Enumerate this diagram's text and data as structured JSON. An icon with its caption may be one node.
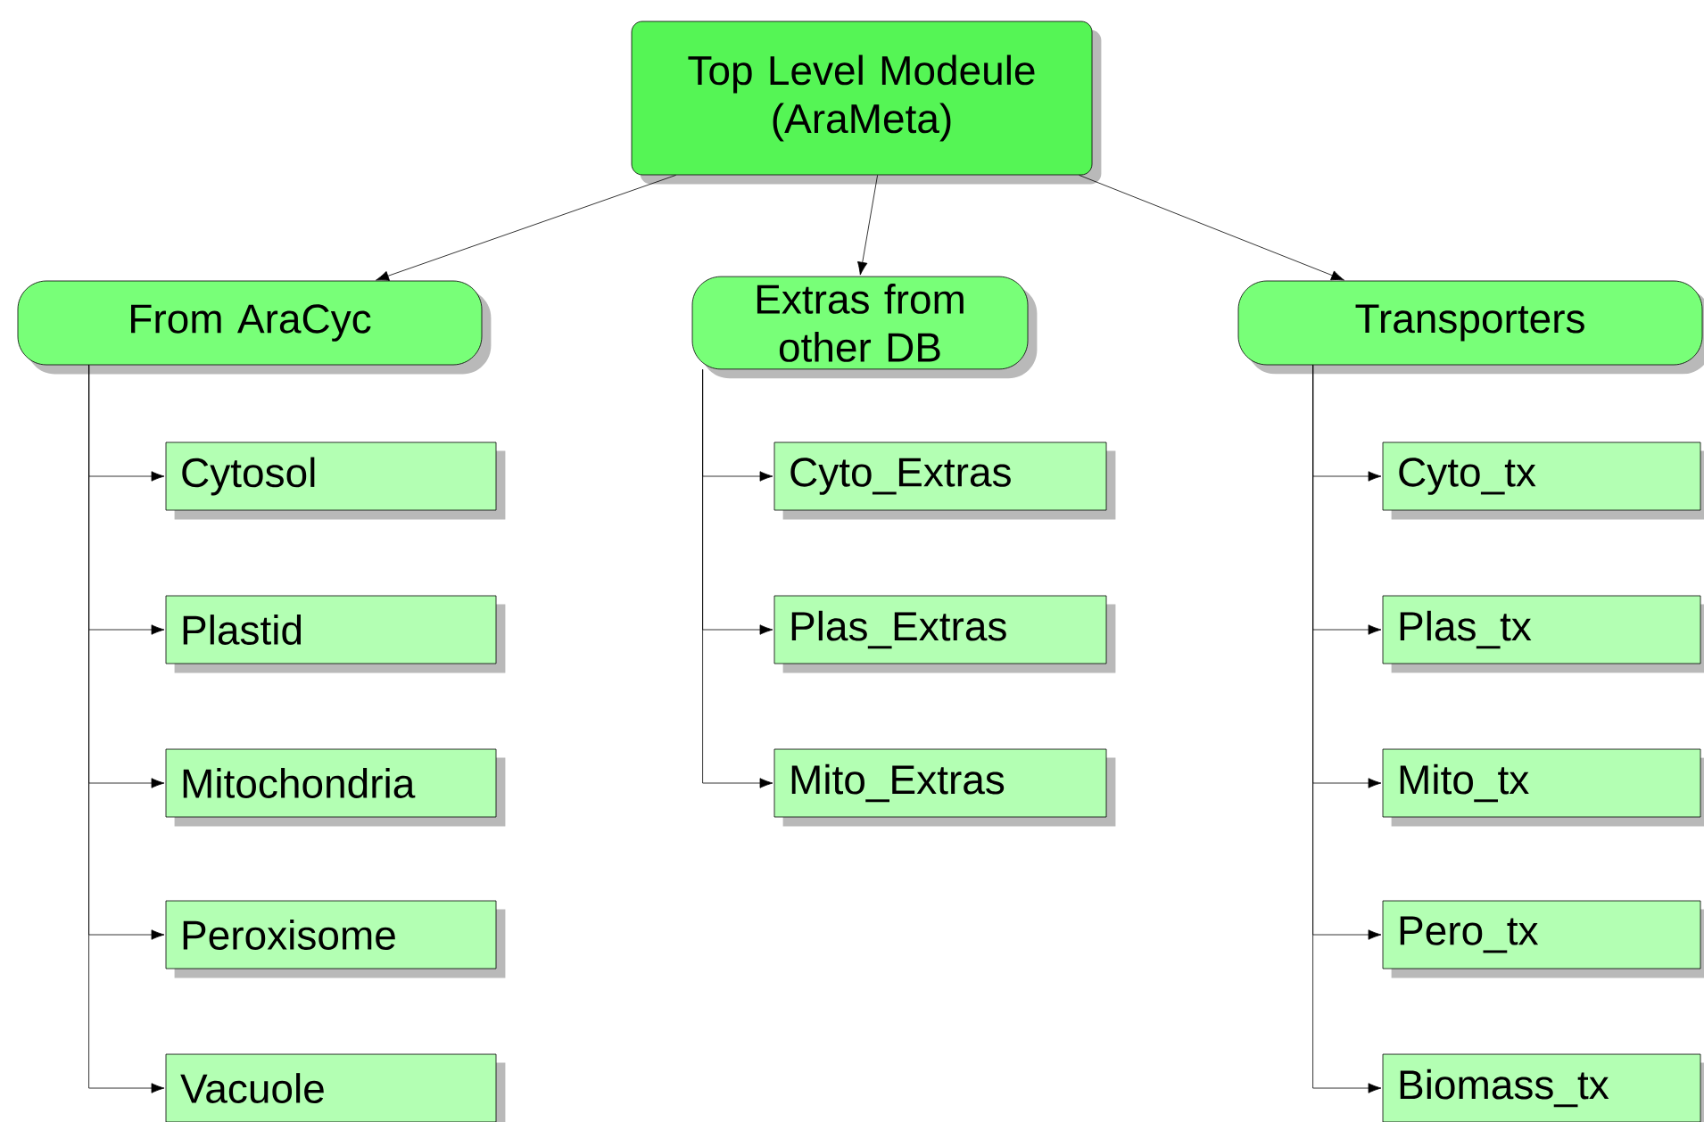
{
  "diagram": {
    "nodes": [
      {
        "text": [
          "Top Level Modeule (AraMeta)"
        ]
      },
      {
        "text": [
          "From AraCyc"
        ]
      },
      {
        "text": [
          "Extras from other DB"
        ]
      },
      {
        "text": [
          "Transporters"
        ]
      },
      {
        "text": [
          "Cytosol"
        ]
      },
      {
        "text": [
          "Plastid"
        ]
      },
      {
        "text": [
          "Mitochondria"
        ]
      },
      {
        "text": [
          "Peroxisome"
        ]
      },
      {
        "text": [
          "Vacuole"
        ]
      },
      {
        "text": [
          "Cyto_Extras"
        ]
      },
      {
        "text": [
          "Plas_Extras"
        ]
      },
      {
        "text": [
          "Mito_Extras"
        ]
      },
      {
        "text": [
          "Cyto_tx"
        ]
      },
      {
        "text": [
          "Plas_tx"
        ]
      },
      {
        "text": [
          "Mito_tx"
        ]
      },
      {
        "text": [
          "Pero_tx"
        ]
      },
      {
        "text": [
          "Biomass_tx"
        ]
      }
    ],
    "edges": [
      {
        "from": 0,
        "to": 1,
        "arrow": "to"
      },
      {
        "from": 0,
        "to": 2,
        "arrow": "to"
      },
      {
        "from": 0,
        "to": 3,
        "arrow": "to"
      },
      {
        "from": 1,
        "to": 4,
        "arrow": "to"
      },
      {
        "from": 1,
        "to": 5,
        "arrow": "to"
      },
      {
        "from": 1,
        "to": 6,
        "arrow": "to"
      },
      {
        "from": 1,
        "to": 7,
        "arrow": "to"
      },
      {
        "from": 1,
        "to": 8,
        "arrow": "to"
      },
      {
        "from": 2,
        "to": 9,
        "arrow": "to"
      },
      {
        "from": 2,
        "to": 10,
        "arrow": "to"
      },
      {
        "from": 2,
        "to": 11,
        "arrow": "to"
      },
      {
        "from": 3,
        "to": 12,
        "arrow": "to"
      },
      {
        "from": 3,
        "to": 13,
        "arrow": "to"
      },
      {
        "from": 3,
        "to": 14,
        "arrow": "to"
      },
      {
        "from": 3,
        "to": 15,
        "arrow": "to"
      },
      {
        "from": 3,
        "to": 16,
        "arrow": "to"
      }
    ]
  }
}
